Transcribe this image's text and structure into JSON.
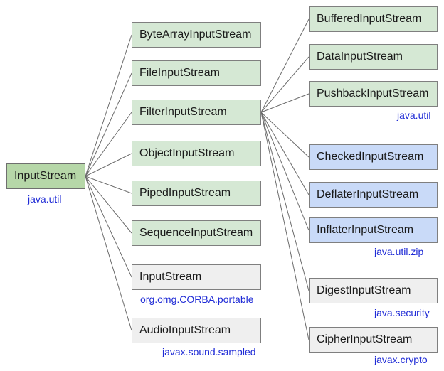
{
  "root": {
    "label": "InputStream",
    "package": "java.util"
  },
  "level1": [
    {
      "label": "ByteArrayInputStream",
      "color": "green"
    },
    {
      "label": "FileInputStream",
      "color": "green"
    },
    {
      "label": "FilterInputStream",
      "color": "green"
    },
    {
      "label": "ObjectInputStream",
      "color": "green"
    },
    {
      "label": "PipedInputStream",
      "color": "green"
    },
    {
      "label": "SequenceInputStream",
      "color": "green"
    },
    {
      "label": "InputStream",
      "color": "gray",
      "package": "org.omg.CORBA.portable"
    },
    {
      "label": "AudioInputStream",
      "color": "gray",
      "package": "javax.sound.sampled"
    }
  ],
  "level2": [
    {
      "label": "BufferedInputStream",
      "color": "green"
    },
    {
      "label": "DataInputStream",
      "color": "green"
    },
    {
      "label": "PushbackInputStream",
      "color": "green",
      "package": "java.util"
    },
    {
      "label": "CheckedInputStream",
      "color": "blue"
    },
    {
      "label": "DeflaterInputStream",
      "color": "blue"
    },
    {
      "label": "InflaterInputStream",
      "color": "blue",
      "package": "java.util.zip"
    },
    {
      "label": "DigestInputStream",
      "color": "gray",
      "package": "java.security"
    },
    {
      "label": "CipherInputStream",
      "color": "gray",
      "package": "javax.crypto"
    }
  ],
  "colors": {
    "green": "#d5e8d4",
    "blue": "#c9daf8",
    "gray": "#efefef",
    "root": "#b6d7a8",
    "package_text": "#1f2bd6",
    "edge": "#6b6b6b"
  }
}
